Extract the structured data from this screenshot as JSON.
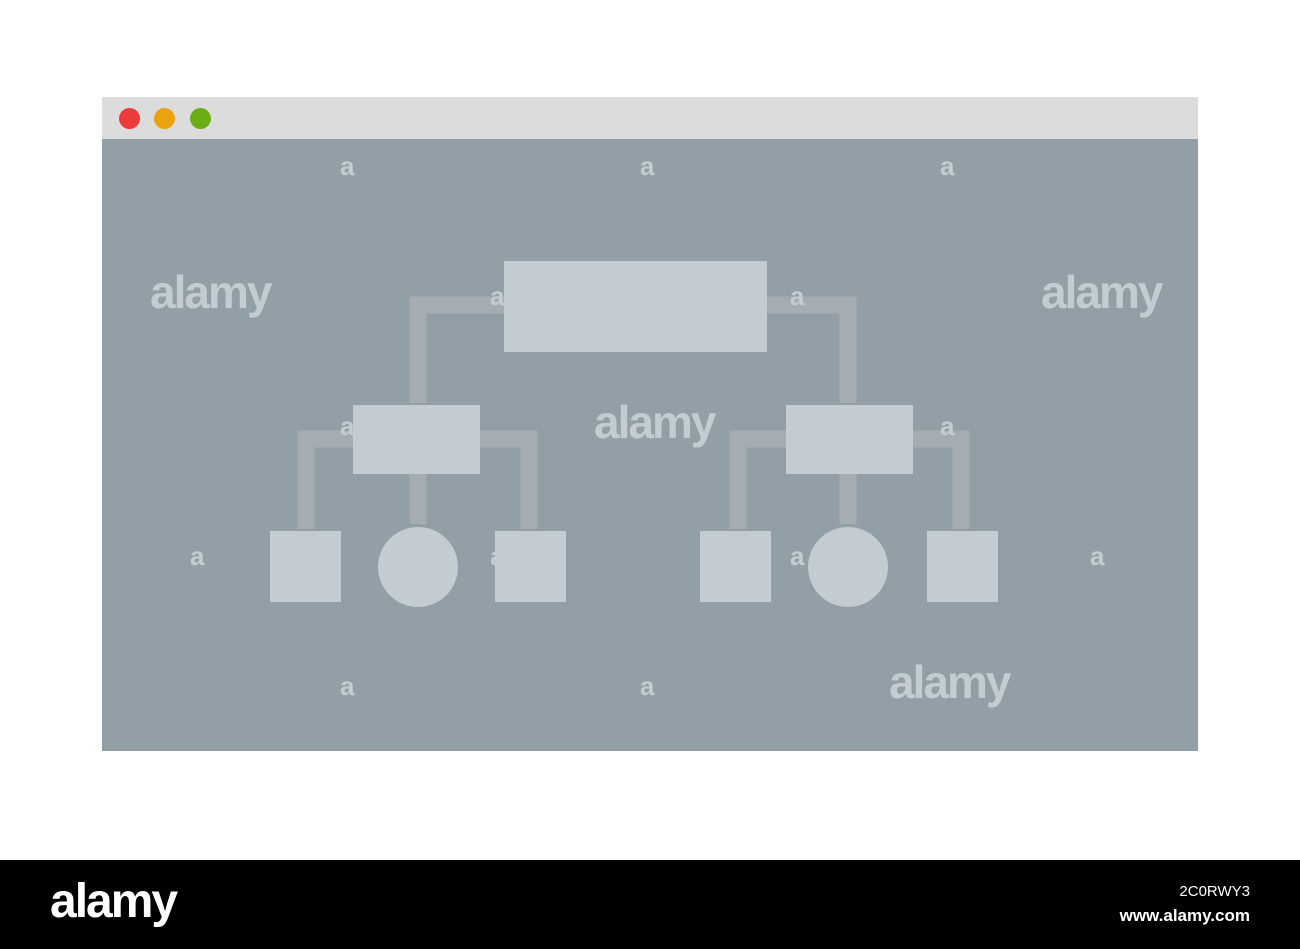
{
  "colors": {
    "window_background": "#939fa6",
    "titlebar_background": "#dcdcdc",
    "node_fill": "#c2ccd2",
    "connector": "#a5adb3",
    "close_dot": "#ed3b3b",
    "minimize_dot": "#eaa20f",
    "maximize_dot": "#6aad14",
    "footer_background": "#000000"
  },
  "window": {
    "controls": [
      "close-dot",
      "minimize-dot",
      "maximize-dot"
    ]
  },
  "diagram": {
    "type": "hierarchy-tree",
    "root": {
      "shape": "rectangle",
      "children": [
        {
          "shape": "rectangle",
          "children": [
            {
              "shape": "square"
            },
            {
              "shape": "circle"
            },
            {
              "shape": "square"
            }
          ]
        },
        {
          "shape": "rectangle",
          "children": [
            {
              "shape": "square"
            },
            {
              "shape": "circle"
            },
            {
              "shape": "square"
            }
          ]
        }
      ]
    }
  },
  "watermark": {
    "brand": "alamy",
    "glyph": "a"
  },
  "footer": {
    "logo": "alamy",
    "image_id": "2C0RWY3",
    "url": "www.alamy.com"
  }
}
